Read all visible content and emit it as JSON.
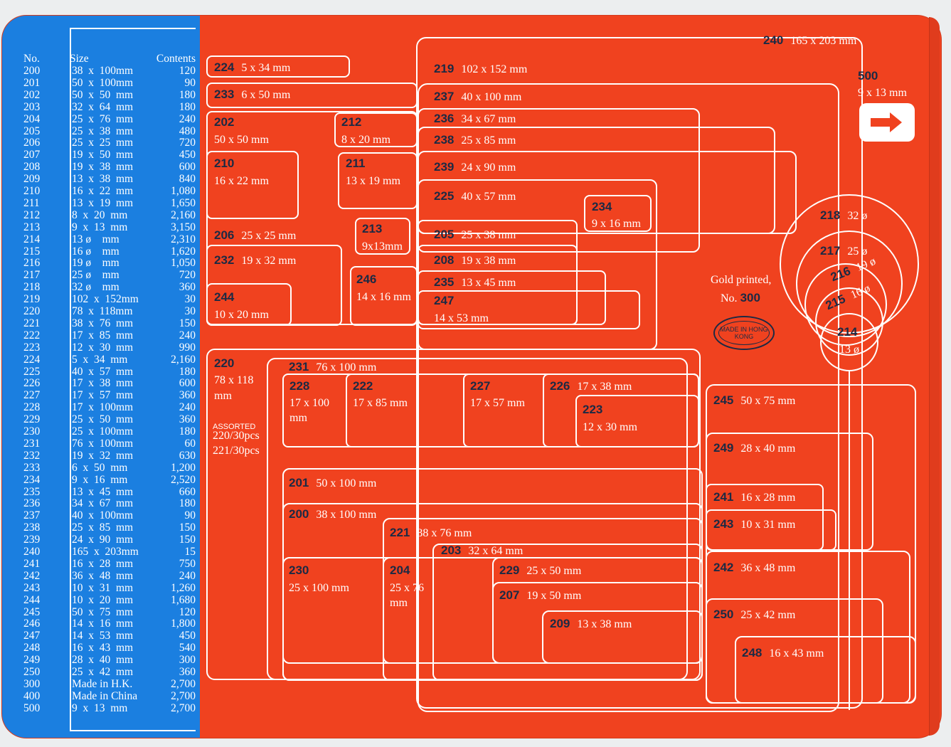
{
  "table": {
    "headers": {
      "no": "No.",
      "size": "Size",
      "contents": "Contents"
    },
    "rows": [
      {
        "no": "200",
        "size": "38  x  100mm",
        "qty": "120"
      },
      {
        "no": "201",
        "size": "50  x  100mm",
        "qty": "90"
      },
      {
        "no": "202",
        "size": "50  x  50  mm",
        "qty": "180"
      },
      {
        "no": "203",
        "size": "32  x  64  mm",
        "qty": "180"
      },
      {
        "no": "204",
        "size": "25  x  76  mm",
        "qty": "240"
      },
      {
        "no": "205",
        "size": "25  x  38  mm",
        "qty": "480"
      },
      {
        "no": "206",
        "size": "25  x  25  mm",
        "qty": "720"
      },
      {
        "no": "207",
        "size": "19  x  50  mm",
        "qty": "450"
      },
      {
        "no": "208",
        "size": "19  x  38  mm",
        "qty": "600"
      },
      {
        "no": "209",
        "size": "13  x  38  mm",
        "qty": "840"
      },
      {
        "no": "210",
        "size": "16  x  22  mm",
        "qty": "1,080"
      },
      {
        "no": "211",
        "size": "13  x  19  mm",
        "qty": "1,650"
      },
      {
        "no": "212",
        "size": "8  x  20  mm",
        "qty": "2,160"
      },
      {
        "no": "213",
        "size": "9  x  13  mm",
        "qty": "3,150"
      },
      {
        "no": "214",
        "size": "13 ø    mm",
        "qty": "2,310"
      },
      {
        "no": "215",
        "size": "16 ø    mm",
        "qty": "1,620"
      },
      {
        "no": "216",
        "size": "19 ø    mm",
        "qty": "1,050"
      },
      {
        "no": "217",
        "size": "25 ø    mm",
        "qty": "720"
      },
      {
        "no": "218",
        "size": "32 ø    mm",
        "qty": "360"
      },
      {
        "no": "219",
        "size": "102  x  152mm",
        "qty": "30"
      },
      {
        "no": "220",
        "size": "78  x  118mm",
        "qty": "30"
      },
      {
        "no": "221",
        "size": "38  x  76  mm",
        "qty": "150"
      },
      {
        "no": "222",
        "size": "17  x  85  mm",
        "qty": "240"
      },
      {
        "no": "223",
        "size": "12  x  30  mm",
        "qty": "990"
      },
      {
        "no": "224",
        "size": "5  x  34  mm",
        "qty": "2,160"
      },
      {
        "no": "225",
        "size": "40  x  57  mm",
        "qty": "180"
      },
      {
        "no": "226",
        "size": "17  x  38  mm",
        "qty": "600"
      },
      {
        "no": "227",
        "size": "17  x  57  mm",
        "qty": "360"
      },
      {
        "no": "228",
        "size": "17  x  100mm",
        "qty": "240"
      },
      {
        "no": "229",
        "size": "25  x  50  mm",
        "qty": "360"
      },
      {
        "no": "230",
        "size": "25  x  100mm",
        "qty": "180"
      },
      {
        "no": "231",
        "size": "76  x  100mm",
        "qty": "60"
      },
      {
        "no": "232",
        "size": "19  x  32  mm",
        "qty": "630"
      },
      {
        "no": "233",
        "size": "6  x  50  mm",
        "qty": "1,200"
      },
      {
        "no": "234",
        "size": "9  x  16  mm",
        "qty": "2,520"
      },
      {
        "no": "235",
        "size": "13  x  45  mm",
        "qty": "660"
      },
      {
        "no": "236",
        "size": "34  x  67  mm",
        "qty": "180"
      },
      {
        "no": "237",
        "size": "40  x  100mm",
        "qty": "90"
      },
      {
        "no": "238",
        "size": "25  x  85  mm",
        "qty": "150"
      },
      {
        "no": "239",
        "size": "24  x  90  mm",
        "qty": "150"
      },
      {
        "no": "240",
        "size": "165  x  203mm",
        "qty": "15"
      },
      {
        "no": "241",
        "size": "16  x  28  mm",
        "qty": "750"
      },
      {
        "no": "242",
        "size": "36  x  48  mm",
        "qty": "240"
      },
      {
        "no": "243",
        "size": "10  x  31  mm",
        "qty": "1,260"
      },
      {
        "no": "244",
        "size": "10  x  20  mm",
        "qty": "1,680"
      },
      {
        "no": "245",
        "size": "50  x  75  mm",
        "qty": "120"
      },
      {
        "no": "246",
        "size": "14  x  16  mm",
        "qty": "1,800"
      },
      {
        "no": "247",
        "size": "14  x  53  mm",
        "qty": "450"
      },
      {
        "no": "248",
        "size": "16  x  43  mm",
        "qty": "540"
      },
      {
        "no": "249",
        "size": "28  x  40  mm",
        "qty": "300"
      },
      {
        "no": "250",
        "size": "25  x  42  mm",
        "qty": "360"
      },
      {
        "no": "300",
        "size": "Made in H.K.",
        "qty": "2,700"
      },
      {
        "no": "400",
        "size": "Made in China",
        "qty": "2,700"
      },
      {
        "no": "500",
        "size": "9  x  13  mm",
        "qty": "2,700"
      }
    ]
  },
  "labels": {
    "l240": {
      "num": "240",
      "dim": "165 x 203 mm"
    },
    "l500": {
      "num": "500",
      "dim": "9 x 13 mm"
    },
    "l224": {
      "num": "224",
      "dim": "5 x 34 mm"
    },
    "l233": {
      "num": "233",
      "dim": "6 x 50 mm"
    },
    "l202": {
      "num": "202",
      "dim": "50 x 50 mm"
    },
    "l212": {
      "num": "212",
      "dim": "8 x 20 mm"
    },
    "l210": {
      "num": "210",
      "dim": "16 x 22 mm"
    },
    "l211": {
      "num": "211",
      "dim": "13 x 19 mm"
    },
    "l206": {
      "num": "206",
      "dim": "25 x 25 mm"
    },
    "l213": {
      "num": "213",
      "dim": "9x13mm"
    },
    "l232": {
      "num": "232",
      "dim": "19 x 32 mm"
    },
    "l246": {
      "num": "246",
      "dim": "14 x 16 mm"
    },
    "l244": {
      "num": "244",
      "dim": "10 x 20 mm"
    },
    "l219": {
      "num": "219",
      "dim": "102 x 152 mm"
    },
    "l237": {
      "num": "237",
      "dim": "40 x 100 mm"
    },
    "l236": {
      "num": "236",
      "dim": "34 x 67 mm"
    },
    "l238": {
      "num": "238",
      "dim": "25 x 85 mm"
    },
    "l239": {
      "num": "239",
      "dim": "24 x 90 mm"
    },
    "l225": {
      "num": "225",
      "dim": "40 x 57 mm"
    },
    "l234": {
      "num": "234",
      "dim": "9 x 16 mm"
    },
    "l205": {
      "num": "205",
      "dim": "25 x 38 mm"
    },
    "l208": {
      "num": "208",
      "dim": "19 x 38 mm"
    },
    "l235": {
      "num": "235",
      "dim": "13 x 45 mm"
    },
    "l247": {
      "num": "247",
      "dim": "14 x 53 mm"
    },
    "l218": {
      "num": "218",
      "dim": "32 ø"
    },
    "l217": {
      "num": "217",
      "dim": "25 ø"
    },
    "l216": {
      "num": "216",
      "dim": "19 ø"
    },
    "l215": {
      "num": "215",
      "dim": "16 ø"
    },
    "l214": {
      "num": "214",
      "dim": "13 ø"
    },
    "gold": {
      "line1": "Gold printed,",
      "prefix": "No.",
      "num": "300"
    },
    "made_badge": "MADE IN HONG KONG",
    "l220": {
      "num": "220",
      "dim1": "78 x 118",
      "dim2": "mm",
      "assorted": "ASSORTED",
      "pcs1": "220/30pcs",
      "pcs2": "221/30pcs"
    },
    "l231": {
      "num": "231",
      "dim": "76 x 100 mm"
    },
    "l228": {
      "num": "228",
      "dim1": "17 x 100",
      "dim2": "mm"
    },
    "l222": {
      "num": "222",
      "dim": "17 x 85 mm"
    },
    "l227": {
      "num": "227",
      "dim": "17 x 57 mm"
    },
    "l226": {
      "num": "226",
      "dim": "17 x 38 mm"
    },
    "l223": {
      "num": "223",
      "dim": "12 x 30 mm"
    },
    "l245": {
      "num": "245",
      "dim": "50 x 75 mm"
    },
    "l249": {
      "num": "249",
      "dim": "28 x 40 mm"
    },
    "l201": {
      "num": "201",
      "dim": "50 x 100 mm"
    },
    "l241": {
      "num": "241",
      "dim": "16 x 28 mm"
    },
    "l200": {
      "num": "200",
      "dim": "38 x 100 mm"
    },
    "l243": {
      "num": "243",
      "dim": "10 x 31 mm"
    },
    "l221": {
      "num": "221",
      "dim": "38 x 76 mm"
    },
    "l203": {
      "num": "203",
      "dim": "32 x 64 mm"
    },
    "l242": {
      "num": "242",
      "dim": "36 x 48 mm"
    },
    "l230": {
      "num": "230",
      "dim": "25 x 100 mm"
    },
    "l204": {
      "num": "204",
      "dim1": "25 x 76",
      "dim2": "mm"
    },
    "l229": {
      "num": "229",
      "dim": "25 x 50 mm"
    },
    "l207": {
      "num": "207",
      "dim": "19 x 50 mm"
    },
    "l250": {
      "num": "250",
      "dim": "25 x 42 mm"
    },
    "l209": {
      "num": "209",
      "dim": "13 x 38 mm"
    },
    "l248": {
      "num": "248",
      "dim": "16 x 43 mm"
    }
  },
  "icons": {
    "next": "right-arrow-icon"
  },
  "colors": {
    "panel": "#1b7fe0",
    "card": "#f0421f",
    "number_text": "#1c2a44"
  }
}
